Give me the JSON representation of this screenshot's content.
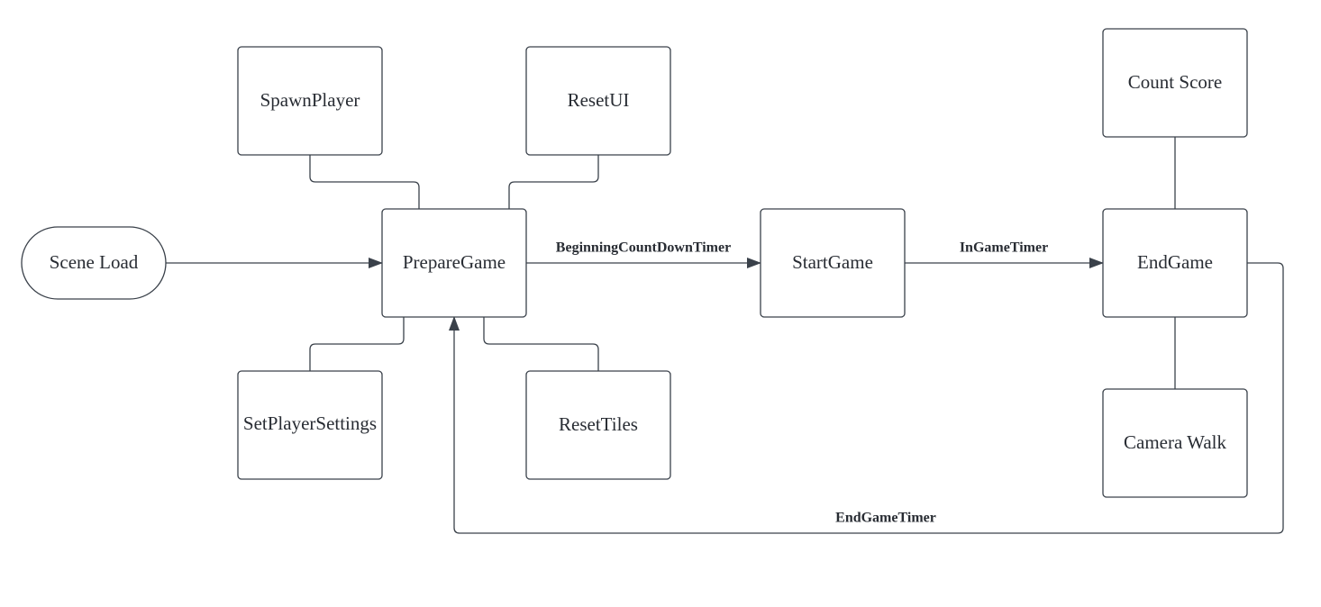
{
  "diagram": {
    "nodes": {
      "scene_load": "Scene Load",
      "prepare_game": "PrepareGame",
      "spawn_player": "SpawnPlayer",
      "reset_ui": "ResetUI",
      "set_player_settings": "SetPlayerSettings",
      "reset_tiles": "ResetTiles",
      "start_game": "StartGame",
      "end_game": "EndGame",
      "count_score": "Count Score",
      "camera_walk": "Camera Walk"
    },
    "edges": {
      "beginning_countdown_timer": "BeginningCountDownTimer",
      "in_game_timer": "InGameTimer",
      "end_game_timer": "EndGameTimer"
    },
    "colors": {
      "stroke": "#3a414a",
      "text": "#282c33",
      "background": "#ffffff"
    }
  }
}
